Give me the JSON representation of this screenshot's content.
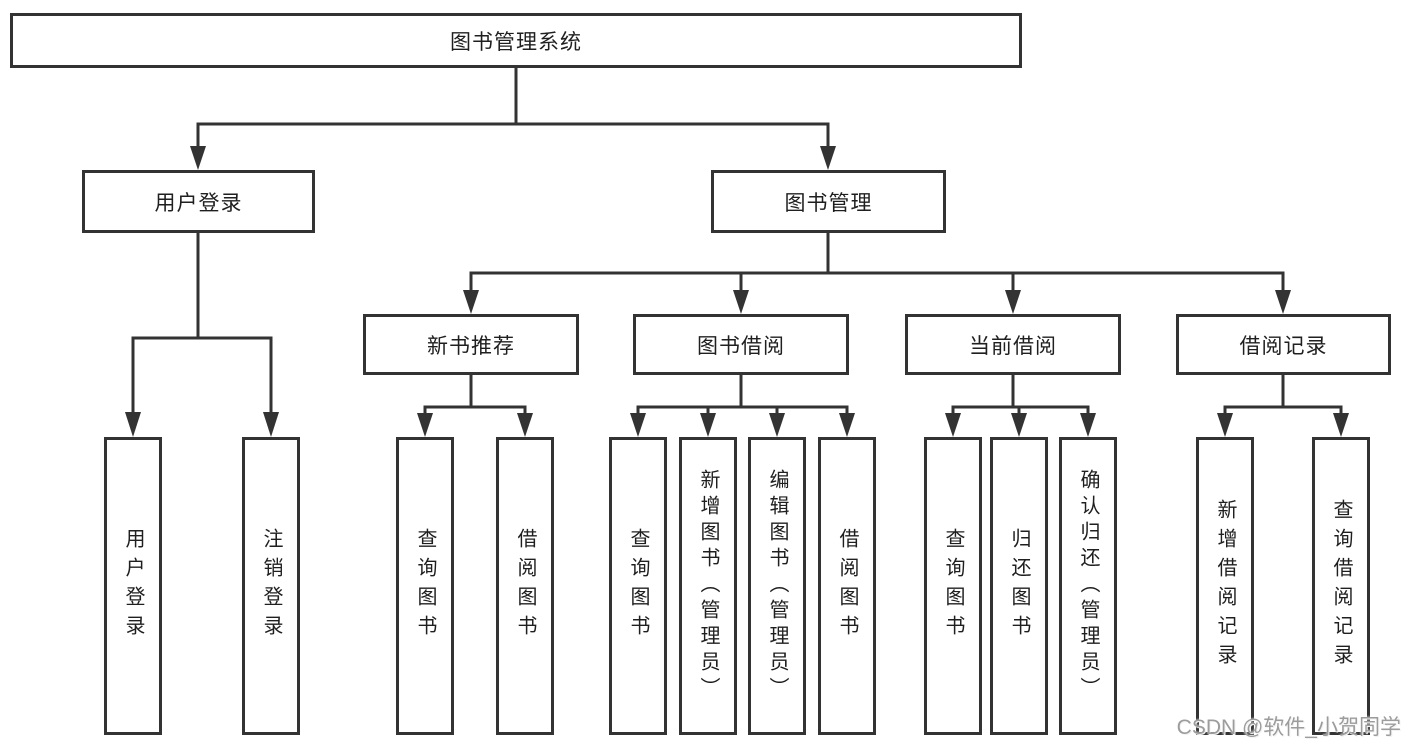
{
  "diagram": {
    "root": {
      "label": "图书管理系统"
    },
    "level2": {
      "user_login": {
        "label": "用户登录"
      },
      "book_management": {
        "label": "图书管理"
      }
    },
    "level3": {
      "new_book_recommend": {
        "label": "新书推荐"
      },
      "book_borrow": {
        "label": "图书借阅"
      },
      "current_borrow": {
        "label": "当前借阅"
      },
      "borrow_records": {
        "label": "借阅记录"
      }
    },
    "leaves": {
      "user_login": {
        "label": "用户登录"
      },
      "logout": {
        "label": "注销登录"
      },
      "nb_query_books": {
        "label": "查询图书"
      },
      "nb_borrow_books": {
        "label": "借阅图书"
      },
      "bb_query_books": {
        "label": "查询图书"
      },
      "bb_add_books": {
        "label": "新增图书（管理员）"
      },
      "bb_edit_books": {
        "label": "编辑图书（管理员）"
      },
      "bb_borrow_books": {
        "label": "借阅图书"
      },
      "cb_query_books": {
        "label": "查询图书"
      },
      "cb_return_books": {
        "label": "归还图书"
      },
      "cb_confirm_return": {
        "label": "确认归还（管理员）"
      },
      "br_add_record": {
        "label": "新增借阅记录"
      },
      "br_query_record": {
        "label": "查询借阅记录"
      }
    },
    "watermark": {
      "text": "CSDN @软件_小贺同学"
    },
    "colors": {
      "line": "#333333",
      "text": "#1f1f1f",
      "watermark": "#9c9c9c",
      "background": "#ffffff"
    }
  }
}
